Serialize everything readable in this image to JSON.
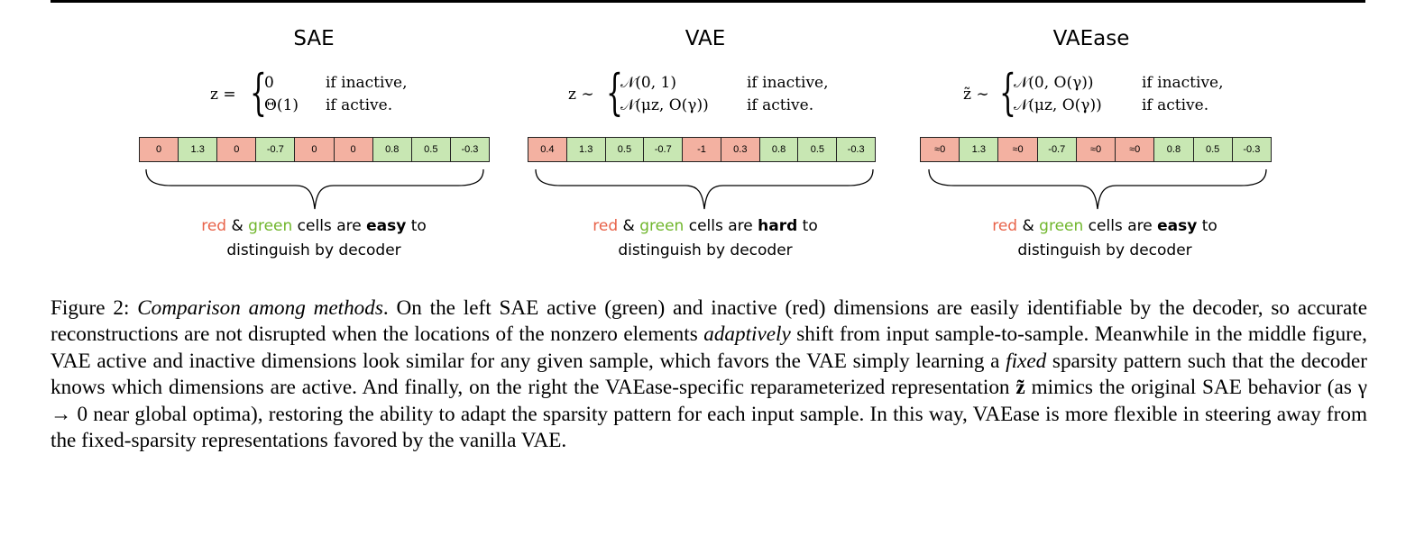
{
  "panels": [
    {
      "title": "SAE",
      "lhs": "z =",
      "case1": "0",
      "case2": "Θ(1)",
      "cond1": "if inactive,",
      "cond2": "if active.",
      "cells": [
        {
          "text": "0",
          "state": "inactive"
        },
        {
          "text": "1.3",
          "state": "active"
        },
        {
          "text": "0",
          "state": "inactive"
        },
        {
          "text": "-0.7",
          "state": "active"
        },
        {
          "text": "0",
          "state": "inactive"
        },
        {
          "text": "0",
          "state": "inactive"
        },
        {
          "text": "0.8",
          "state": "active"
        },
        {
          "text": "0.5",
          "state": "active"
        },
        {
          "text": "-0.3",
          "state": "active"
        }
      ],
      "caption": {
        "red": "red",
        "amp": " & ",
        "green": "green",
        "mid": " cells are ",
        "emph": "easy",
        "end": " to",
        "line2": "distinguish by decoder"
      }
    },
    {
      "title": "VAE",
      "lhs": "z ∼",
      "case1": "𝒩(0, 1)",
      "case2": "𝒩(μz, O(γ))",
      "cond1": "if inactive,",
      "cond2": "if active.",
      "cells": [
        {
          "text": "0.4",
          "state": "inactive"
        },
        {
          "text": "1.3",
          "state": "active"
        },
        {
          "text": "0.5",
          "state": "active"
        },
        {
          "text": "-0.7",
          "state": "active"
        },
        {
          "text": "-1",
          "state": "inactive"
        },
        {
          "text": "0.3",
          "state": "inactive"
        },
        {
          "text": "0.8",
          "state": "active"
        },
        {
          "text": "0.5",
          "state": "active"
        },
        {
          "text": "-0.3",
          "state": "active"
        }
      ],
      "caption": {
        "red": "red",
        "amp": " & ",
        "green": "green",
        "mid": " cells are ",
        "emph": "hard",
        "end": " to",
        "line2": "distinguish by decoder"
      }
    },
    {
      "title": "VAEase",
      "lhs": "z̃ ∼",
      "case1": "𝒩(0, O(γ))",
      "case2": "𝒩(μz, O(γ))",
      "cond1": "if inactive,",
      "cond2": "if active.",
      "cells": [
        {
          "text": "≈0",
          "state": "inactive"
        },
        {
          "text": "1.3",
          "state": "active"
        },
        {
          "text": "≈0",
          "state": "inactive"
        },
        {
          "text": "-0.7",
          "state": "active"
        },
        {
          "text": "≈0",
          "state": "inactive"
        },
        {
          "text": "≈0",
          "state": "inactive"
        },
        {
          "text": "0.8",
          "state": "active"
        },
        {
          "text": "0.5",
          "state": "active"
        },
        {
          "text": "-0.3",
          "state": "active"
        }
      ],
      "caption": {
        "red": "red",
        "amp": " & ",
        "green": "green",
        "mid": " cells are ",
        "emph": "easy",
        "end": " to",
        "line2": "distinguish by decoder"
      }
    }
  ],
  "colors": {
    "inactive_fill": "#f3b1a1",
    "active_fill": "#c8e7b3",
    "red_text": "#e8634a",
    "green_text": "#70b62c"
  },
  "figure_caption": {
    "label": "Figure 2: ",
    "title": "Comparison among methods",
    "p1": ". On the left SAE active (green) and inactive (red) dimensions are easily identifiable by the decoder, so accurate reconstructions are not disrupted when the locations of the nonzero elements ",
    "adaptively": "adaptively",
    "p2": " shift from input sample-to-sample. Meanwhile in the middle figure, VAE active and inactive dimensions look similar for any given sample, which favors the VAE simply learning a ",
    "fixed": "fixed",
    "p3": " sparsity pattern such that the decoder knows which dimensions are active. And finally, on the right the VAEase-specific reparameterized representation ",
    "ztilde": "z̃",
    "p4": " mimics the original SAE behavior (as γ → 0 near global optima), restoring the ability to adapt the sparsity pattern for each input sample. In this way, VAEase is more flexible in steering away from the fixed-sparsity representations favored by the vanilla VAE."
  }
}
